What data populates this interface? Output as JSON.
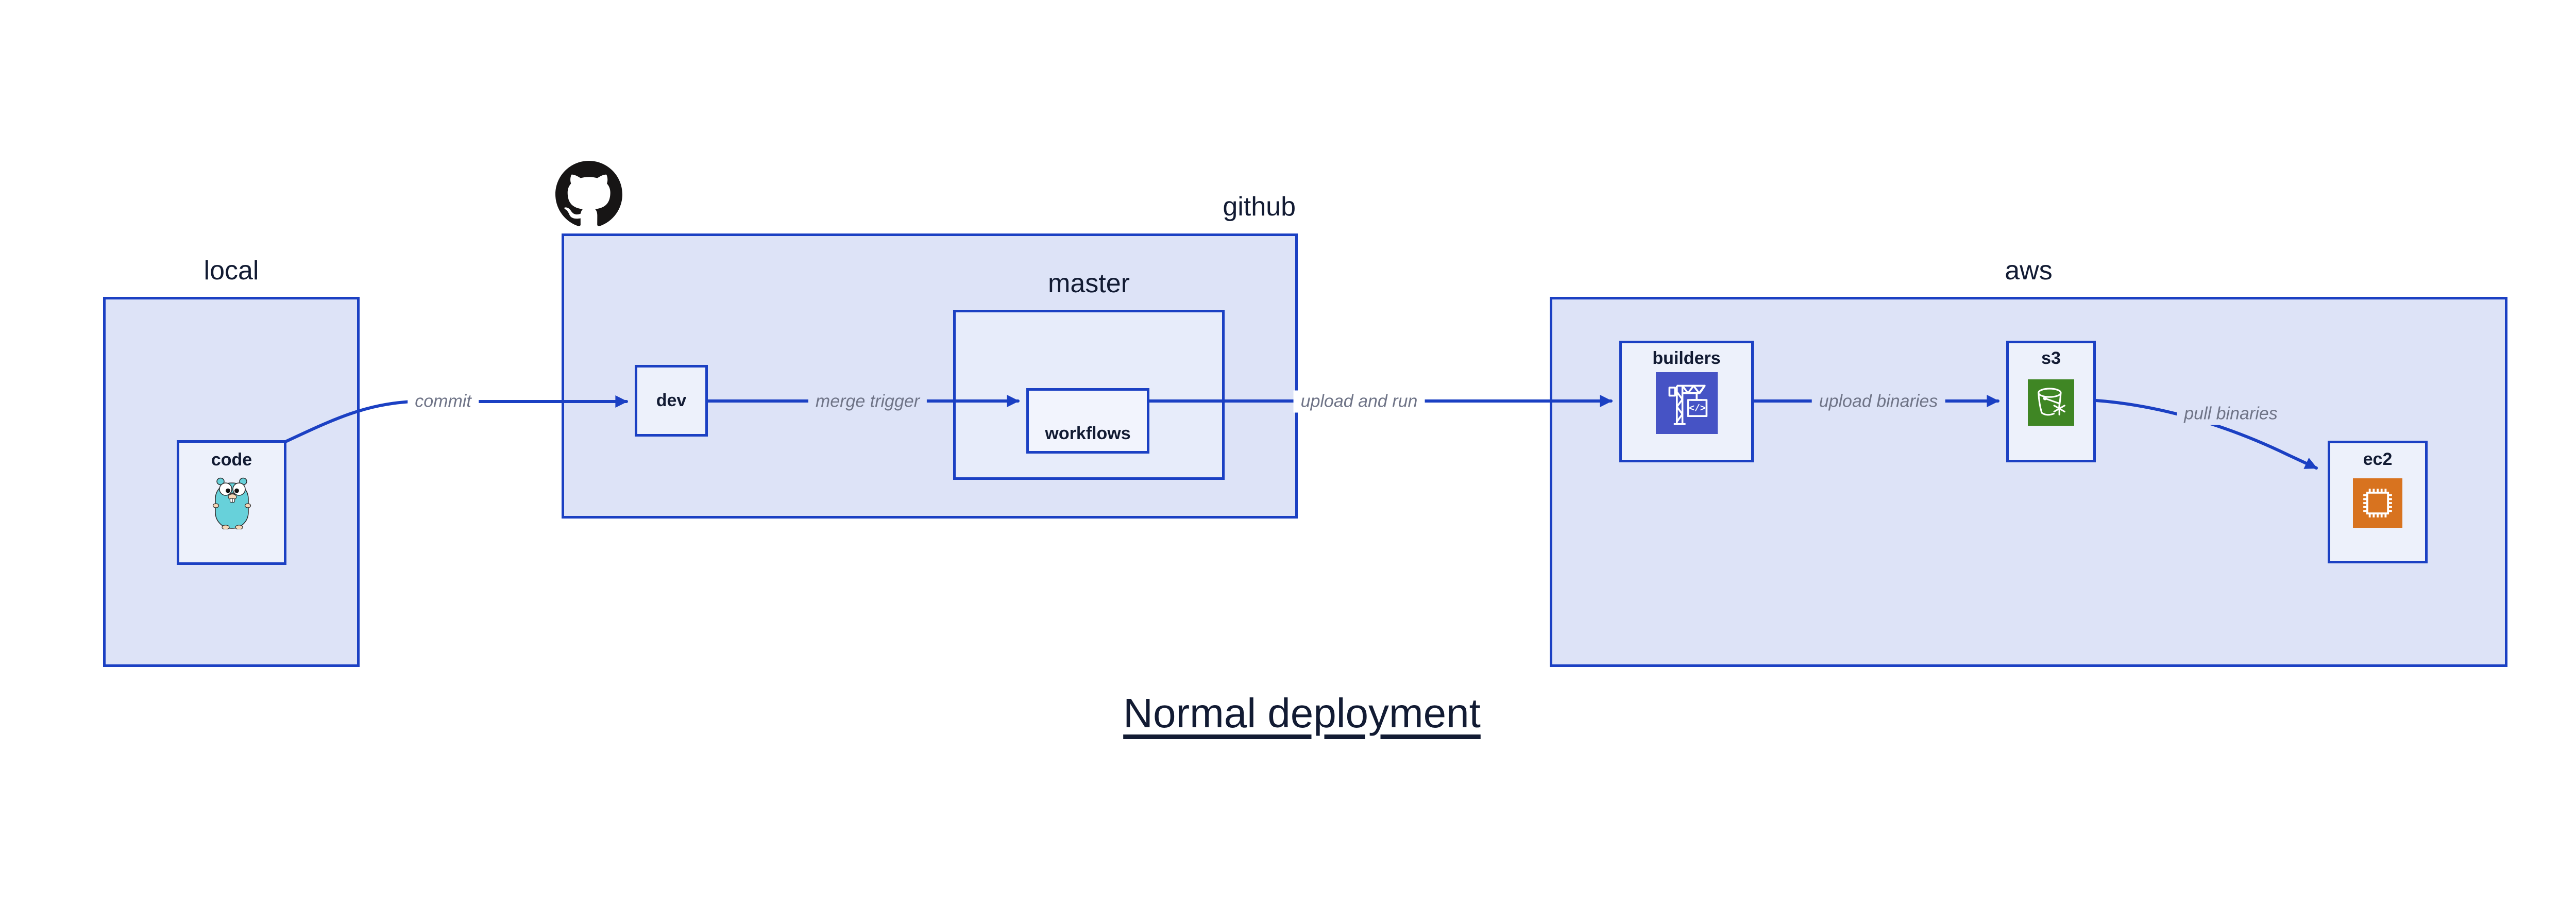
{
  "title": {
    "text": "Normal deployment"
  },
  "groups": {
    "local": {
      "label": "local"
    },
    "github": {
      "label": "github"
    },
    "master": {
      "label": "master"
    },
    "aws": {
      "label": "aws"
    }
  },
  "nodes": {
    "code": {
      "label": "code",
      "icon": "go-gopher-icon"
    },
    "dev": {
      "label": "dev"
    },
    "workflows": {
      "label": "workflows"
    },
    "builders": {
      "label": "builders",
      "icon": "aws-codebuild-icon",
      "icon_glyph": "</>"
    },
    "s3": {
      "label": "s3",
      "icon": "aws-s3-glacier-icon"
    },
    "ec2": {
      "label": "ec2",
      "icon": "aws-ec2-icon"
    }
  },
  "edges": {
    "commit": {
      "label": "commit",
      "from": "code",
      "to": "dev"
    },
    "merge_trigger": {
      "label": "merge trigger",
      "from": "dev",
      "to": "workflows"
    },
    "upload_and_run": {
      "label": "upload and run",
      "from": "workflows",
      "to": "builders"
    },
    "upload_binaries": {
      "label": "upload binaries",
      "from": "builders",
      "to": "s3"
    },
    "pull_binaries": {
      "label": "pull binaries",
      "from": "s3",
      "to": "ec2"
    }
  },
  "colors": {
    "border_and_arrow_blue": "#1b40c3",
    "group_fill": "#dde3f7",
    "master_fill": "#e7ecfa",
    "node_fill": "#edf1fb",
    "workflows_fill": "#f2f4fd",
    "label_dark": "#121b33",
    "edge_label_gray": "#6f7487",
    "codebuild_icon_bg": "#4653c5",
    "s3_glacier_icon_bg": "#3f8624",
    "ec2_icon_bg": "#d8731f",
    "github_logo": "#171515",
    "gopher_body": "#67d1da"
  }
}
